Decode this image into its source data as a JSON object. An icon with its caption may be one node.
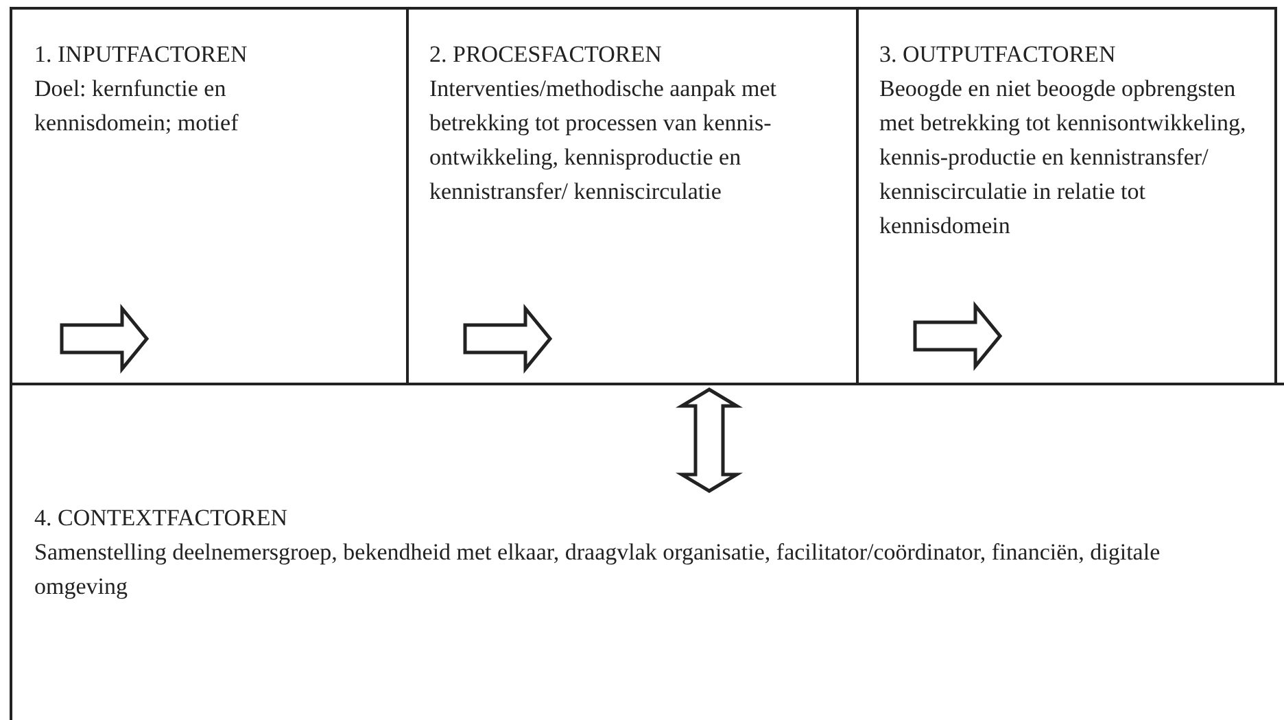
{
  "diagram": {
    "nodes": [
      {
        "text": [
          "1.  INPUTFACTOREN",
          "Doel: kernfunctie en kennisdomein; motief"
        ]
      },
      {
        "text": [
          "2.  PROCESFACTOREN",
          "Interventies/methodische aanpak met betrekking tot processen van kennis-ontwikkeling, kennisproductie en kennistransfer/ kenniscirculatie"
        ]
      },
      {
        "text": [
          "3.  OUTPUTFACTOREN",
          "Beoogde en niet beoogde opbrengsten met betrekking tot kennisontwikkeling, kennis-productie en kennistransfer/ kenniscirculatie in relatie tot kennisdomein"
        ]
      },
      {
        "text": [
          "4.  CONTEXTFACTOREN",
          "Samenstelling deelnemersgroep, bekendheid met elkaar, draagvlak organisatie, facilitator/coördinator, financiën, digitale omgeving"
        ]
      }
    ]
  }
}
